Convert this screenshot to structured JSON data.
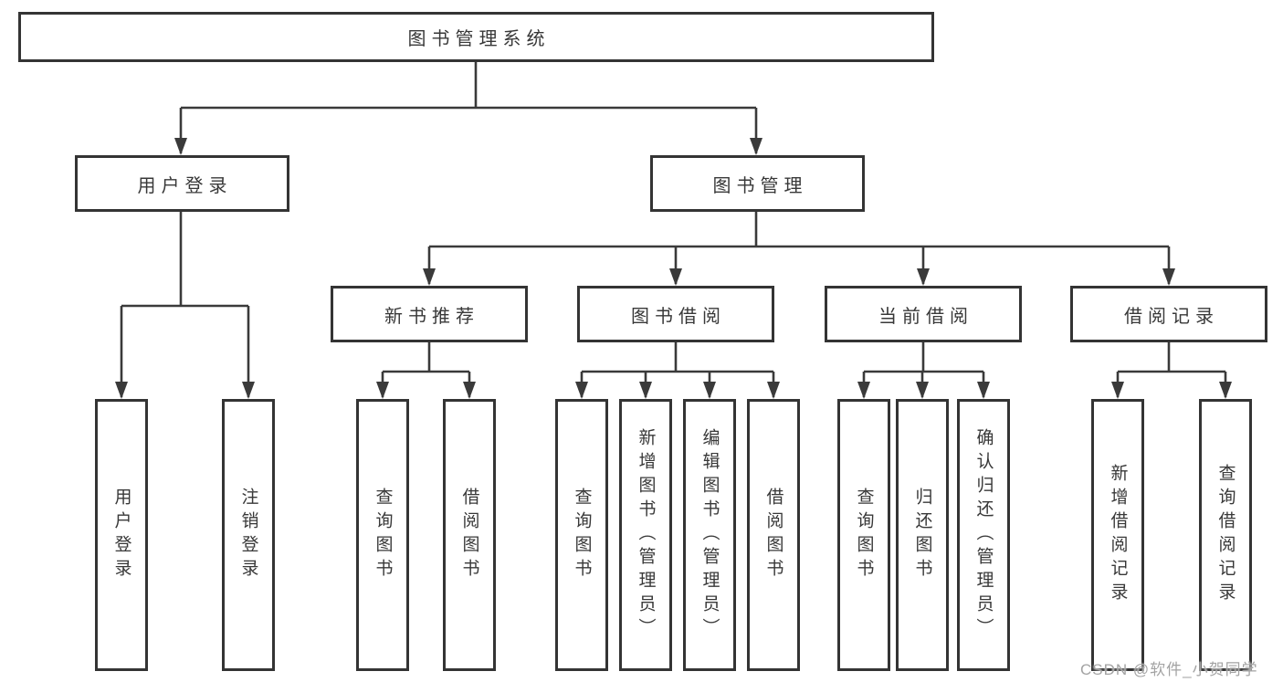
{
  "diagram": {
    "title": "图书管理系统",
    "watermark": "CSDN @软件_小贺同学",
    "colors": {
      "line": "#3a3a3a",
      "box_border": "#343434",
      "box_fill": "#ffffff",
      "text": "#383838",
      "watermark": "#a3a3a3"
    },
    "nodes": {
      "root": {
        "label": "图书管理系统"
      },
      "user_login": {
        "label": "用户登录"
      },
      "book_management": {
        "label": "图书管理"
      },
      "new_book_recommend": {
        "label": "新书推荐"
      },
      "book_borrow": {
        "label": "图书借阅"
      },
      "current_borrow": {
        "label": "当前借阅"
      },
      "borrow_records": {
        "label": "借阅记录"
      },
      "leaves": [
        {
          "label": "用户登录",
          "parent": "用户登录"
        },
        {
          "label": "注销登录",
          "parent": "用户登录"
        },
        {
          "label": "查询图书",
          "parent": "新书推荐"
        },
        {
          "label": "借阅图书",
          "parent": "新书推荐"
        },
        {
          "label": "查询图书",
          "parent": "图书借阅"
        },
        {
          "label": "新增图书（管理员）",
          "parent": "图书借阅"
        },
        {
          "label": "编辑图书（管理员）",
          "parent": "图书借阅"
        },
        {
          "label": "借阅图书",
          "parent": "图书借阅"
        },
        {
          "label": "查询图书",
          "parent": "当前借阅"
        },
        {
          "label": "归还图书",
          "parent": "当前借阅"
        },
        {
          "label": "确认归还（管理员）",
          "parent": "当前借阅"
        },
        {
          "label": "新增借阅记录",
          "parent": "借阅记录"
        },
        {
          "label": "查询借阅记录",
          "parent": "借阅记录"
        }
      ]
    }
  }
}
